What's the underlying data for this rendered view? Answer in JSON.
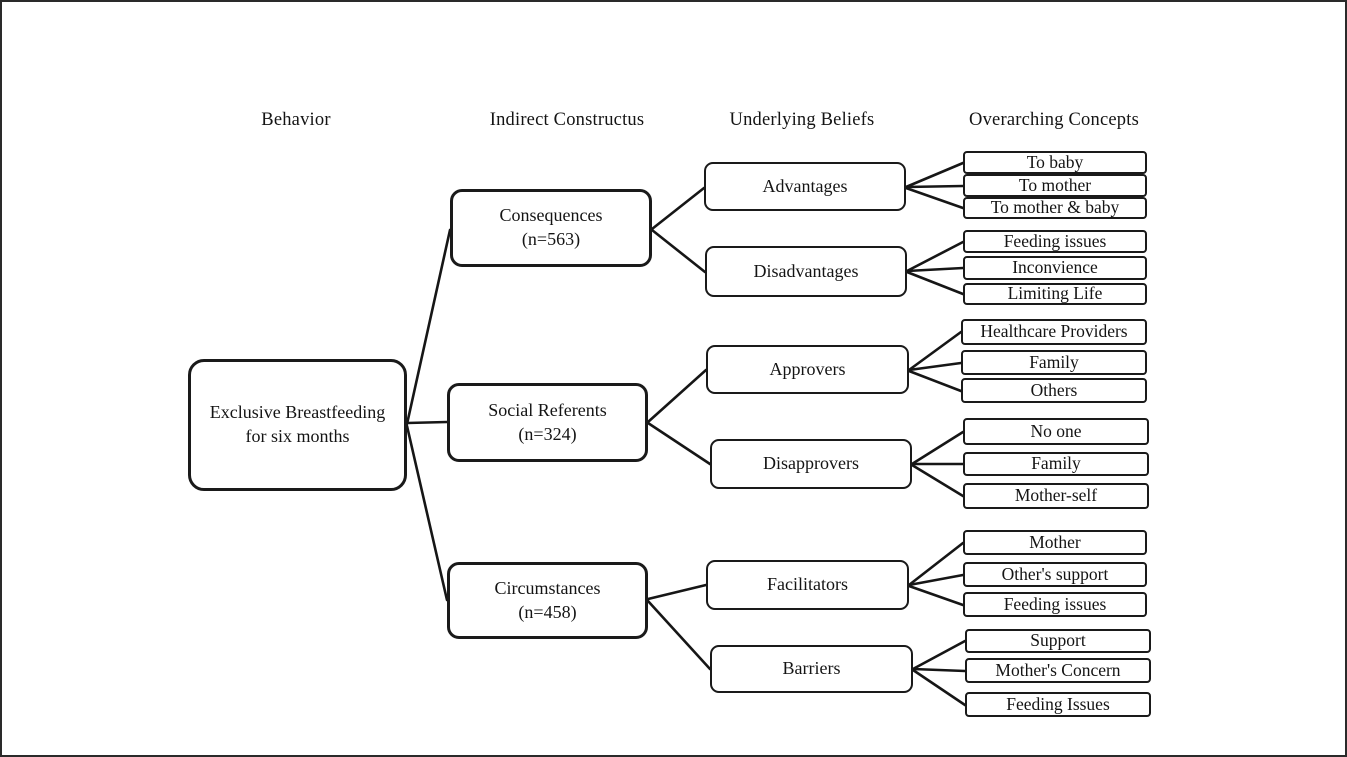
{
  "columns": [
    "Behavior",
    "Indirect Constructus",
    "Underlying Beliefs",
    "Overarching Concepts"
  ],
  "root": {
    "label": "Exclusive Breastfeeding for six months"
  },
  "branches": [
    {
      "label": "Consequences",
      "n": "(n=563)",
      "beliefs": [
        {
          "label": "Advantages",
          "concepts": [
            "To baby",
            "To mother",
            "To mother & baby"
          ]
        },
        {
          "label": "Disadvantages",
          "concepts": [
            "Feeding issues",
            "Inconvience",
            "Limiting Life"
          ]
        }
      ]
    },
    {
      "label": "Social Referents",
      "n": "(n=324)",
      "beliefs": [
        {
          "label": "Approvers",
          "concepts": [
            "Healthcare Providers",
            "Family",
            "Others"
          ]
        },
        {
          "label": "Disapprovers",
          "concepts": [
            "No one",
            "Family",
            "Mother-self"
          ]
        }
      ]
    },
    {
      "label": "Circumstances",
      "n": "(n=458)",
      "beliefs": [
        {
          "label": "Facilitators",
          "concepts": [
            "Mother",
            "Other's support",
            "Feeding issues"
          ]
        },
        {
          "label": "Barriers",
          "concepts": [
            "Support",
            "Mother's Concern",
            "Feeding Issues"
          ]
        }
      ]
    }
  ]
}
